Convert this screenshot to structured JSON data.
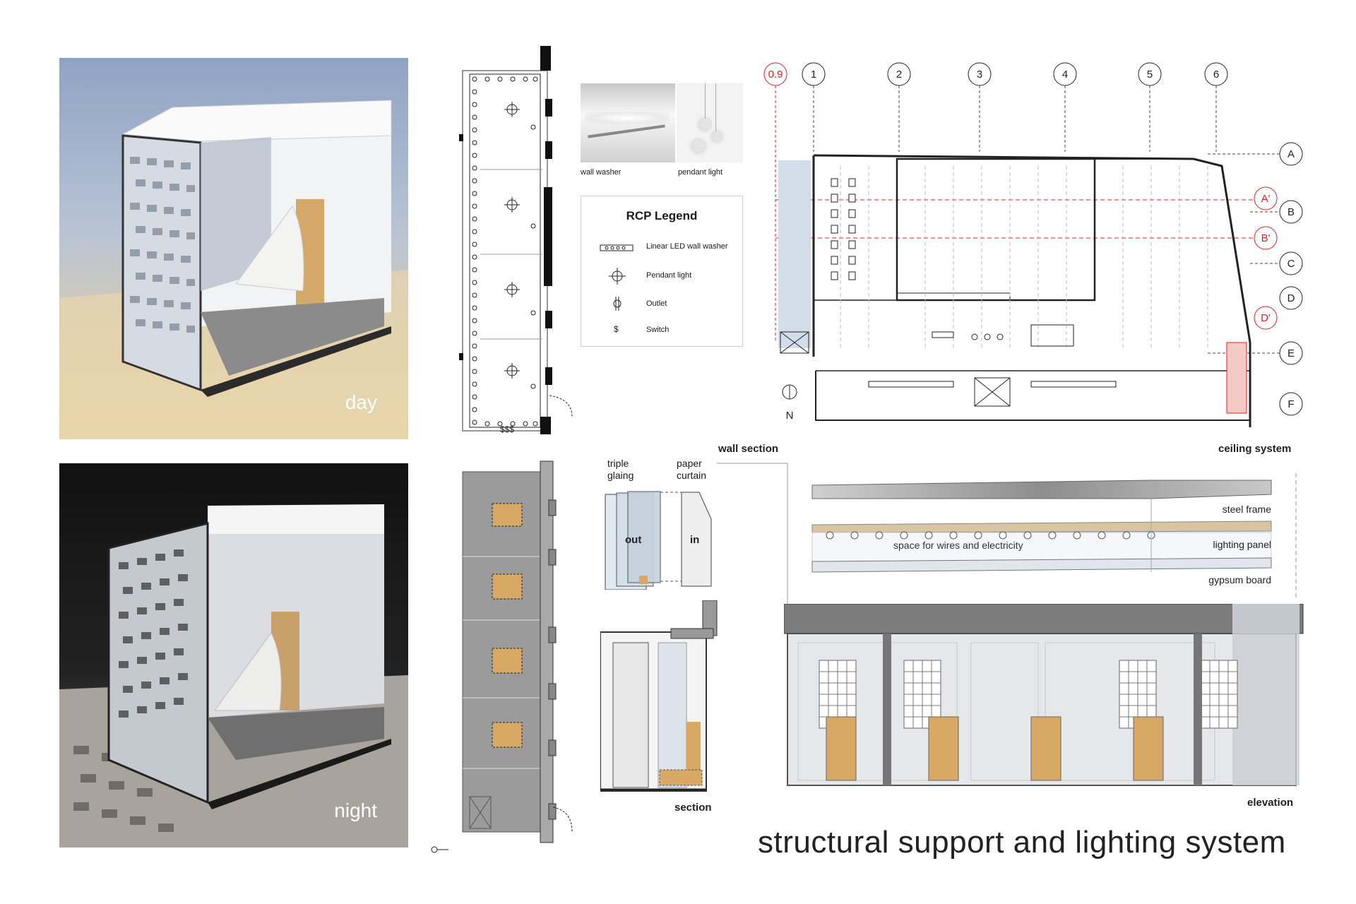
{
  "photos": {
    "day_label": "day",
    "night_label": "night"
  },
  "fixture_photos": {
    "wall_washer": "wall washer",
    "pendant": "pendant light"
  },
  "rcp_plan": {
    "switch_marks": "$$$"
  },
  "legend": {
    "title": "RCP Legend",
    "items": [
      {
        "symbol": "linear-led-icon",
        "label": "Linear LED wall washer"
      },
      {
        "symbol": "pendant-light-icon",
        "label": "Pendant light"
      },
      {
        "symbol": "outlet-icon",
        "label": "Outlet"
      },
      {
        "symbol": "switch-icon",
        "label": "Switch",
        "glyph": "$"
      }
    ]
  },
  "floor_plan": {
    "grid_columns": [
      "0.9",
      "1",
      "2",
      "3",
      "4",
      "5",
      "6"
    ],
    "grid_rows": [
      "A",
      "B",
      "C",
      "D",
      "E",
      "F"
    ],
    "secondary_rows": [
      "A'",
      "B'",
      "D'"
    ],
    "north_label": "N",
    "accent_color": "#e02020"
  },
  "glazing": {
    "triple_label": "triple\nglaing",
    "curtain_label": "paper\ncurtain",
    "out_label": "out",
    "in_label": "in"
  },
  "labels": {
    "wall_section": "wall section",
    "ceiling_system": "ceiling system",
    "section": "section",
    "elevation": "elevation"
  },
  "ceiling_layers": {
    "steel_frame": "steel frame",
    "lighting_panel": "lighting panel",
    "gypsum_board": "gypsum board",
    "wires_note": "space for wires and electricity"
  },
  "title": "structural support and lighting system",
  "colors": {
    "wood": "#d8a865",
    "concrete": "#9a9a9a",
    "red": "#e02020"
  }
}
